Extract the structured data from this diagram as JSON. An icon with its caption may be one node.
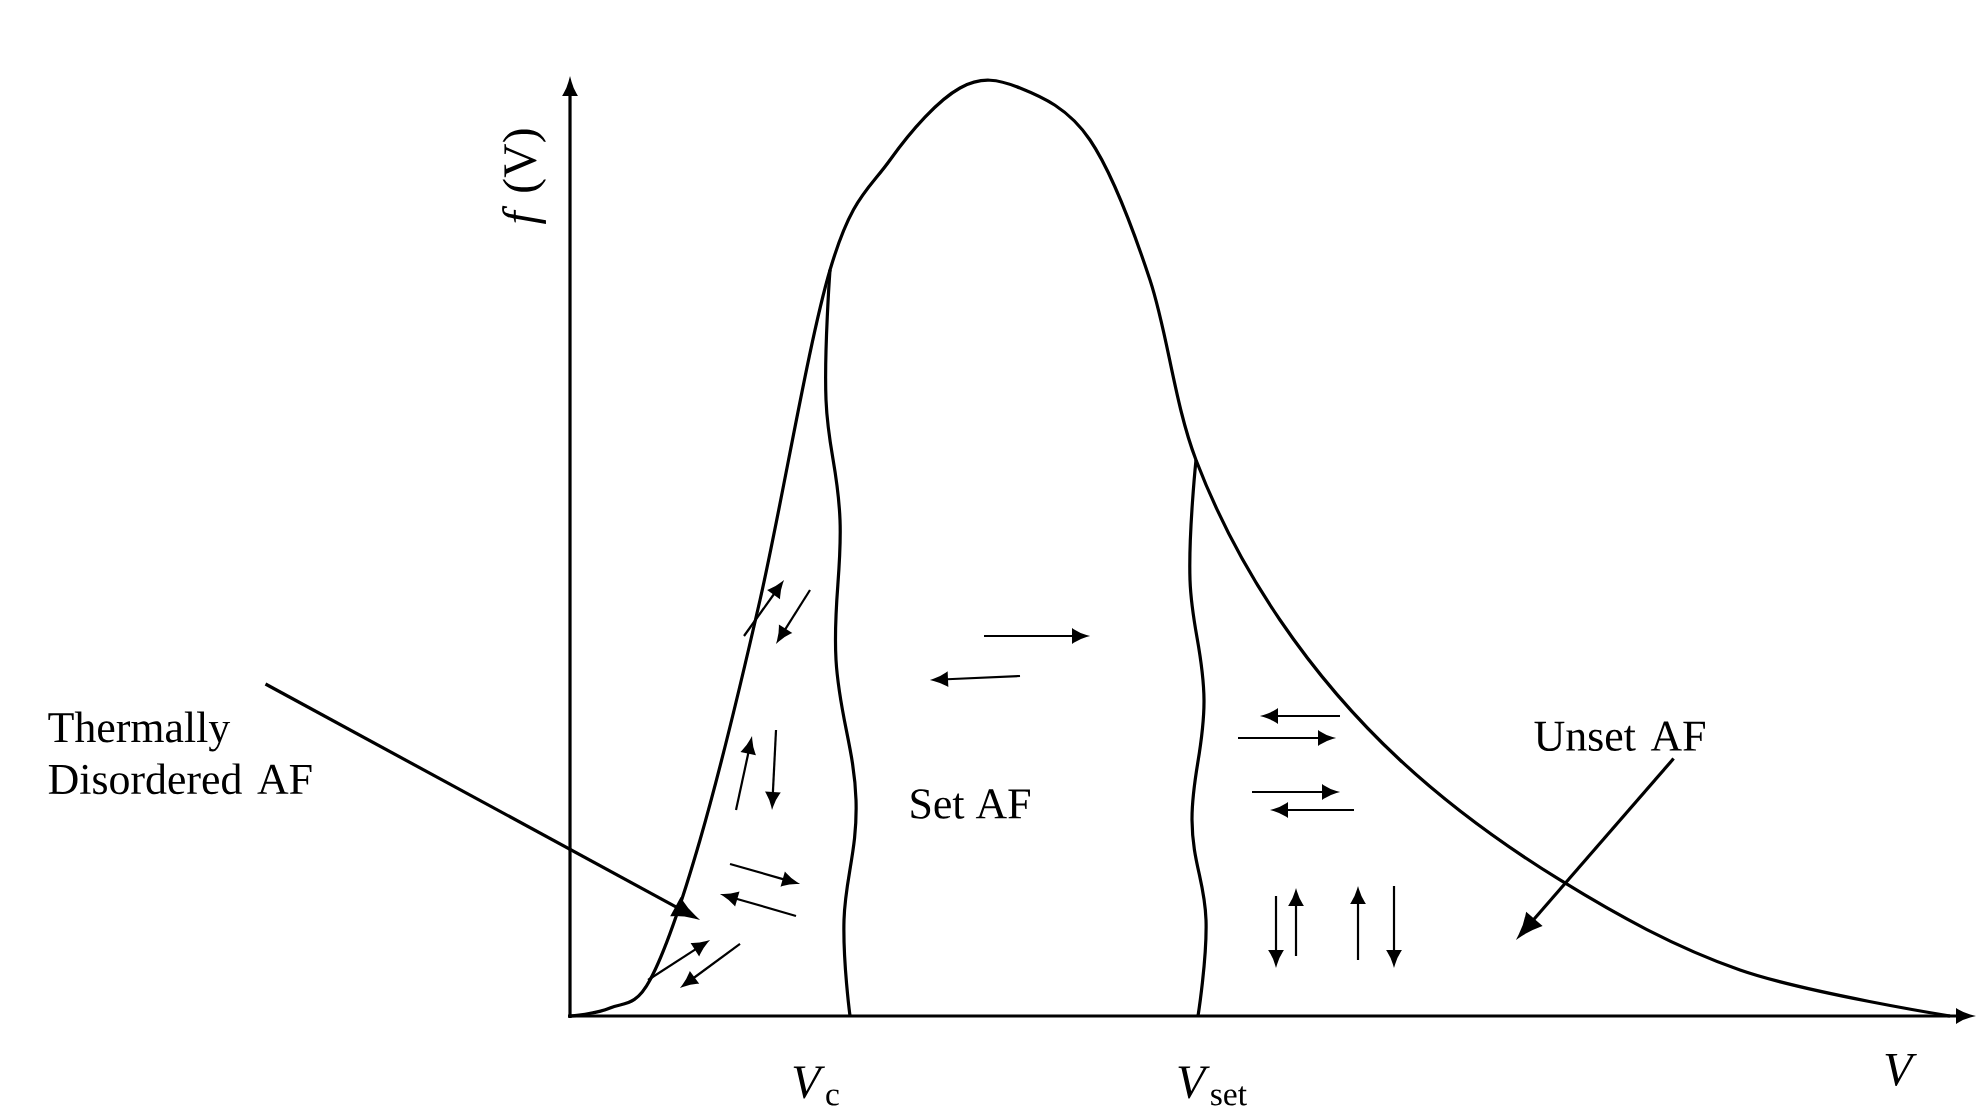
{
  "diagram": {
    "nodes": [
      {
        "text": [
          "Thermally Disordered AF"
        ]
      },
      {
        "text": [
          "Unset AF"
        ]
      }
    ],
    "edges": [
      {
        "from": 0,
        "to": null,
        "arrow": "to"
      },
      {
        "from": 1,
        "to": null,
        "arrow": "to"
      }
    ],
    "labels": [
      "*f* (V)",
      "Set AF",
      "*V*$_{c}$",
      "*V*$_{set}$",
      "*V*"
    ]
  }
}
